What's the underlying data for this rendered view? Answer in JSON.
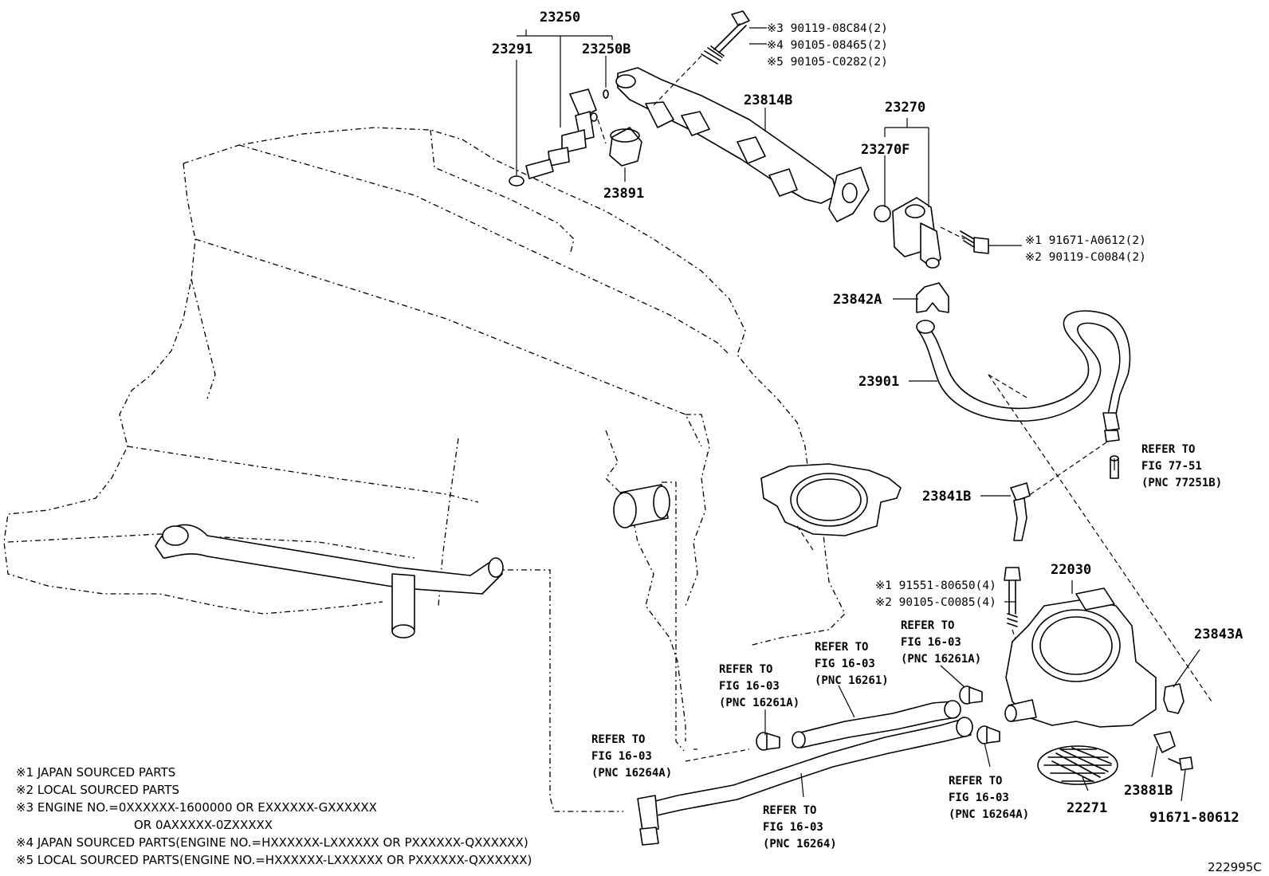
{
  "parts": {
    "p23250": "23250",
    "p23291": "23291",
    "p23250B": "23250B",
    "p23891": "23891",
    "p23814B": "23814B",
    "p23270": "23270",
    "p23270F": "23270F",
    "p23842A": "23842A",
    "p23901": "23901",
    "p23841B": "23841B",
    "p22030": "22030",
    "p23843A": "23843A",
    "p23881B": "23881B",
    "p22271": "22271",
    "p91671_80612": "91671-80612"
  },
  "fasteners": {
    "top_bolt": [
      "※3 90119-08C84(2)",
      "※4 90105-08465(2)",
      "※5 90105-C0282(2)"
    ],
    "pipe_bolt": [
      "※1 91671-A0612(2)",
      "※2 90119-C0084(2)"
    ],
    "throttle_bolt": [
      "※1 91551-80650(4)",
      "※2 90105-C0085(4)"
    ]
  },
  "refs": {
    "r1": [
      "REFER TO",
      "FIG 77-51",
      "(PNC 77251B)"
    ],
    "r2": [
      "REFER TO",
      "FIG 16-03",
      "(PNC 16261A)"
    ],
    "r3": [
      "REFER TO",
      "FIG 16-03",
      "(PNC 16261)"
    ],
    "r4": [
      "REFER TO",
      "FIG 16-03",
      "(PNC 16261A)"
    ],
    "r5": [
      "REFER TO",
      "FIG 16-03",
      "(PNC 16264A)"
    ],
    "r6": [
      "REFER TO",
      "FIG 16-03",
      "(PNC 16264)"
    ],
    "r7": [
      "REFER TO",
      "FIG 16-03",
      "(PNC 16264A)"
    ]
  },
  "notes": [
    "※1 JAPAN SOURCED PARTS",
    "※2 LOCAL SOURCED PARTS",
    "※3 ENGINE NO.=0XXXXXX-1600000 OR EXXXXXX-GXXXXXX",
    "OR 0AXXXXX-0ZXXXXX",
    "※4 JAPAN SOURCED PARTS(ENGINE NO.=HXXXXXX-LXXXXXX OR PXXXXXX-QXXXXXX)",
    "※5 LOCAL SOURCED PARTS(ENGINE NO.=HXXXXXX-LXXXXXX OR PXXXXXX-QXXXXXX)"
  ],
  "figure_code": "222995C"
}
